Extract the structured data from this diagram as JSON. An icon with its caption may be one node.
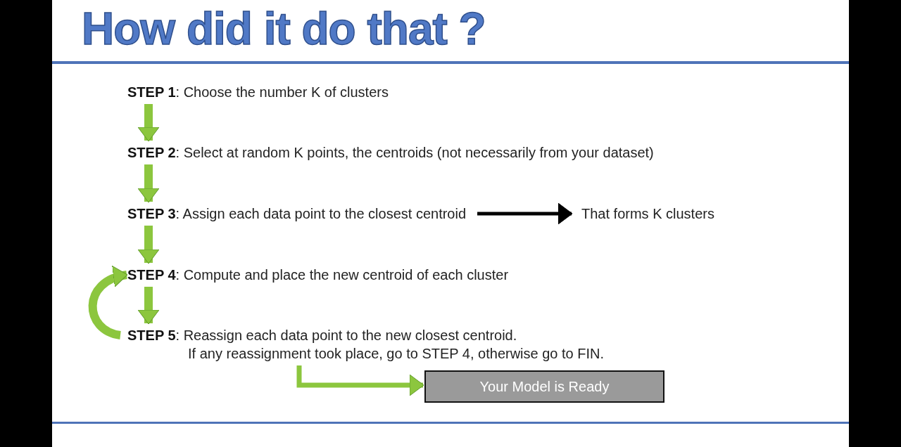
{
  "diagram": {
    "title": "How did it do that ?",
    "nodes": [
      {
        "text": [
          "**STEP 1**: Choose the number K of clusters"
        ]
      },
      {
        "text": [
          "**STEP 2**: Select at random K points, the centroids (not necessarily from your dataset)"
        ]
      },
      {
        "text": [
          "**STEP 3**: Assign each data point to the closest centroid"
        ]
      },
      {
        "text": [
          "That forms K clusters"
        ]
      },
      {
        "text": [
          "**STEP 4**: Compute and place the new centroid of each cluster"
        ]
      },
      {
        "text": [
          "**STEP 5**: Reassign each data point to the new closest centroid.",
          "If any reassignment took place, go to STEP 4, otherwise go to FIN."
        ]
      },
      {
        "text": [
          "Your Model is Ready"
        ]
      }
    ],
    "edges": [
      {
        "from": 0,
        "to": 1,
        "arrow": "to"
      },
      {
        "from": 1,
        "to": 2,
        "arrow": "to"
      },
      {
        "from": 2,
        "to": 3,
        "arrow": "to",
        "color": "#000000"
      },
      {
        "from": 2,
        "to": 4,
        "arrow": "to"
      },
      {
        "from": 4,
        "to": 5,
        "arrow": "to"
      },
      {
        "from": 5,
        "to": 4,
        "arrow": "to"
      },
      {
        "from": 5,
        "to": 6,
        "arrow": "to"
      }
    ]
  }
}
